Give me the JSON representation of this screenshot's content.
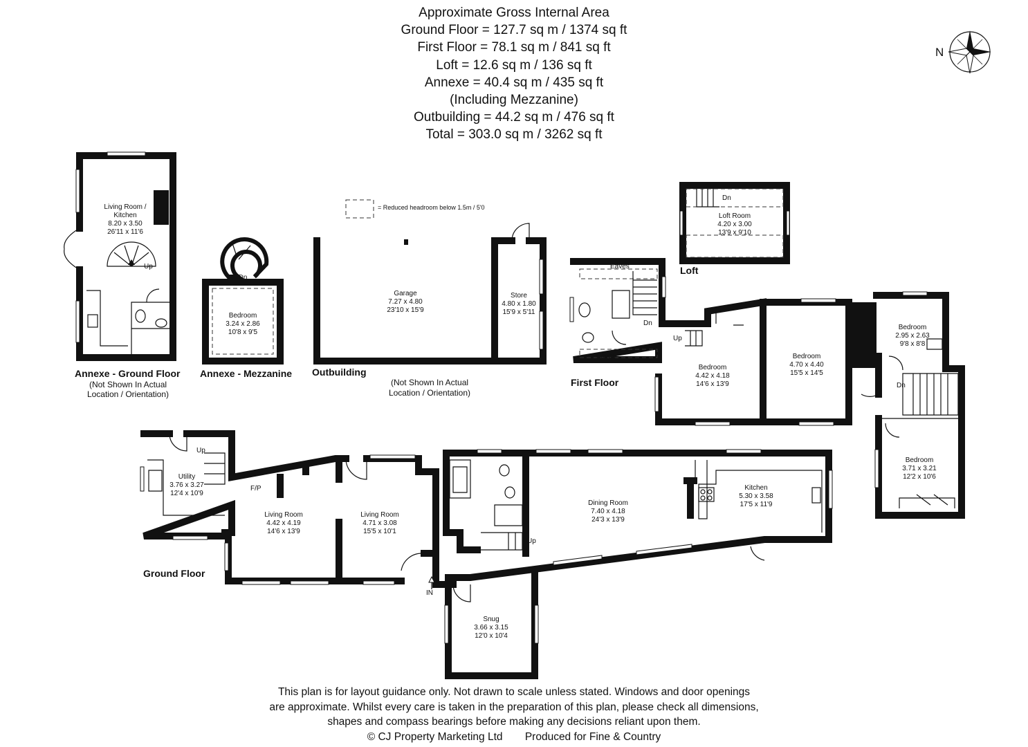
{
  "header": {
    "lines": [
      "Approximate Gross Internal Area",
      "Ground Floor = 127.7 sq m / 1374 sq ft",
      "First Floor = 78.1 sq m / 841 sq ft",
      "Loft = 12.6 sq m / 136 sq ft",
      "Annexe = 40.4 sq m / 435 sq ft",
      "(Including Mezzanine)",
      "Outbuilding = 44.2 sq m / 476 sq ft",
      "Total = 303.0 sq m / 3262 sq ft"
    ]
  },
  "compass": {
    "label": "N",
    "icon": "compass-rose-icon"
  },
  "legend": {
    "text": "= Reduced headroom below 1.5m / 5'0"
  },
  "sections": {
    "annexe_ground": {
      "title": "Annexe - Ground Floor",
      "note1": "(Not Shown In Actual",
      "note2": "Location / Orientation)"
    },
    "annexe_mezz": {
      "title": "Annexe - Mezzanine"
    },
    "outbuilding": {
      "title": "Outbuilding",
      "note1": "(Not Shown In Actual",
      "note2": "Location / Orientation)"
    },
    "first_floor": {
      "title": "First Floor"
    },
    "loft": {
      "title": "Loft"
    },
    "ground_floor": {
      "title": "Ground Floor"
    }
  },
  "rooms": {
    "annexe_living": [
      "Living Room /",
      "Kitchen",
      "8.20 x 3.50",
      "26'11 x 11'6"
    ],
    "mezz_bedroom": [
      "Bedroom",
      "3.24 x 2.86",
      "10'8 x 9'5"
    ],
    "garage": [
      "Garage",
      "7.27 x 4.80",
      "23'10 x 15'9"
    ],
    "store": [
      "Store",
      "4.80 x 1.80",
      "15'9 x 5'11"
    ],
    "loft_room": [
      "Loft Room",
      "4.20 x 3.00",
      "13'9 x 9'10"
    ],
    "ff_bedroom1": [
      "Bedroom",
      "4.42 x 4.18",
      "14'6 x 13'9"
    ],
    "ff_bedroom2": [
      "Bedroom",
      "4.70 x 4.40",
      "15'5 x 14'5"
    ],
    "ff_bedroom3": [
      "Bedroom",
      "2.95 x 2.63",
      "9'8 x 8'8"
    ],
    "ff_bedroom4": [
      "Bedroom",
      "3.71 x 3.21",
      "12'2 x 10'6"
    ],
    "utility": [
      "Utility",
      "3.76 x 3.27",
      "12'4 x 10'9"
    ],
    "living1": [
      "Living Room",
      "4.42 x 4.19",
      "14'6 x 13'9"
    ],
    "living2": [
      "Living Room",
      "4.71 x 3.08",
      "15'5 x 10'1"
    ],
    "dining": [
      "Dining Room",
      "7.40 x 4.18",
      "24'3 x 13'9"
    ],
    "kitchen": [
      "Kitchen",
      "5.30 x 3.58",
      "17'5 x 11'9"
    ],
    "snug": [
      "Snug",
      "3.66 x 3.15",
      "12'0 x 10'4"
    ]
  },
  "marks": {
    "up": "Up",
    "dn": "Dn",
    "eaves": "Eaves",
    "fp": "F/P",
    "in": "IN"
  },
  "footer": {
    "lines": [
      "This plan is for layout guidance only. Not drawn to scale unless stated. Windows and door openings",
      "are approximate. Whilst every care is taken in the preparation of this plan, please check all dimensions,",
      "shapes and compass bearings before making any decisions reliant upon them."
    ],
    "copyright": "© CJ Property Marketing Ltd",
    "produced": "Produced for Fine & Country"
  }
}
